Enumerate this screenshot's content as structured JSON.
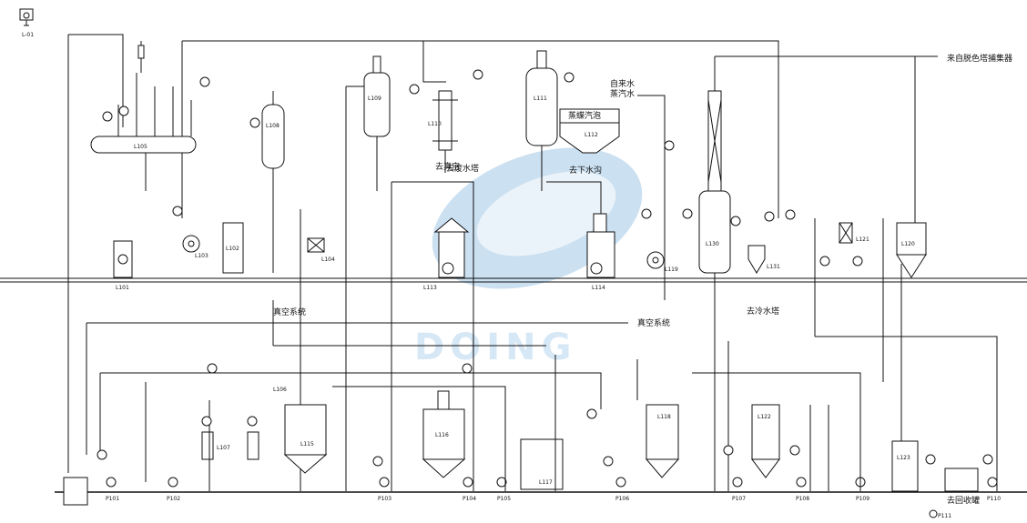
{
  "legend": {
    "hook_label": "L-01"
  },
  "watermark": {
    "text": "DOING"
  },
  "labels": {
    "from_decolor": "来自脱色塔捕集器",
    "self_water": "自来水",
    "steam_water": "蒸汽水",
    "to_vacuum": "去真空",
    "to_sewer": "去下水沟",
    "to_cooling_tower": "去冷水塔",
    "steam_boil": "蒸蝶汽泡",
    "to_waste": "去废水塔",
    "to_boiler": "去回收罐",
    "vacuum_line_a": "真空系统",
    "vacuum_line_b": "真空系统"
  },
  "equipment": [
    {
      "id": "e01",
      "label": "L105"
    },
    {
      "id": "e02",
      "label": "L108"
    },
    {
      "id": "e03",
      "label": "L109"
    },
    {
      "id": "e04",
      "label": "L110"
    },
    {
      "id": "e05",
      "label": "L111"
    },
    {
      "id": "e06",
      "label": "L112"
    },
    {
      "id": "e07",
      "label": "L113"
    },
    {
      "id": "e08",
      "label": "L114"
    },
    {
      "id": "e09",
      "label": "L115"
    },
    {
      "id": "e10",
      "label": "L116"
    },
    {
      "id": "e11",
      "label": "L117"
    },
    {
      "id": "e12",
      "label": "L118"
    },
    {
      "id": "e13",
      "label": "L119"
    },
    {
      "id": "e14",
      "label": "L120"
    },
    {
      "id": "e15",
      "label": "L121"
    },
    {
      "id": "e16",
      "label": "L130"
    },
    {
      "id": "e17",
      "label": "L131"
    },
    {
      "id": "e18",
      "label": "L101"
    },
    {
      "id": "e19",
      "label": "L102"
    },
    {
      "id": "e20",
      "label": "L103"
    },
    {
      "id": "e21",
      "label": "L104"
    },
    {
      "id": "e22",
      "label": "L106"
    },
    {
      "id": "e23",
      "label": "L107"
    },
    {
      "id": "e24",
      "label": "L122"
    },
    {
      "id": "e25",
      "label": "L123"
    }
  ],
  "pumps": [
    {
      "id": "p01",
      "label": "P101"
    },
    {
      "id": "p02",
      "label": "P102"
    },
    {
      "id": "p03",
      "label": "P103"
    },
    {
      "id": "p04",
      "label": "P104"
    },
    {
      "id": "p05",
      "label": "P105"
    },
    {
      "id": "p06",
      "label": "P106"
    },
    {
      "id": "p07",
      "label": "P107"
    },
    {
      "id": "p08",
      "label": "P108"
    },
    {
      "id": "p09",
      "label": "P109"
    },
    {
      "id": "p10",
      "label": "P110"
    },
    {
      "id": "p11",
      "label": "P111"
    }
  ]
}
